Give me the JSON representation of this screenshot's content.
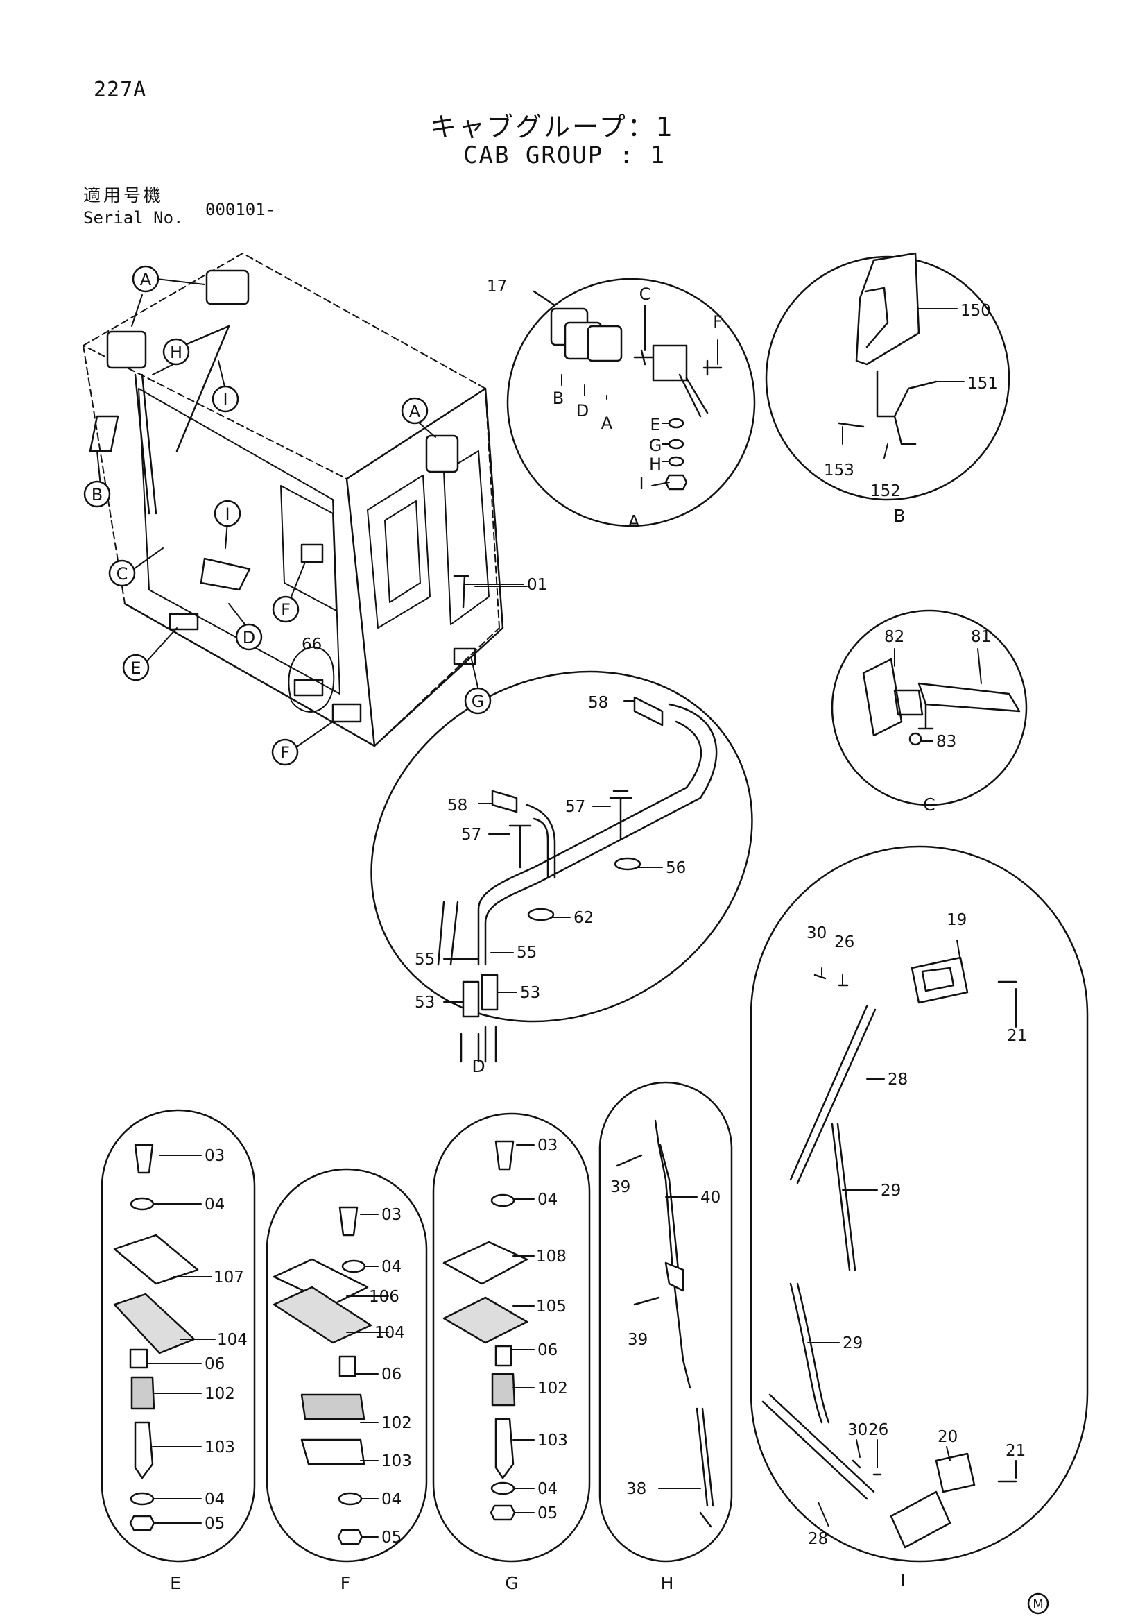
{
  "header": {
    "page_code": "227A",
    "title_jp": "キャブグループ：1",
    "title_en": "CAB GROUP : 1",
    "serial_label_jp": "適用号機",
    "serial_label_en": "Serial No.",
    "serial_value": "000101-"
  },
  "callouts": {
    "A": "A",
    "B": "B",
    "C": "C",
    "D": "D",
    "E": "E",
    "F": "F",
    "G": "G",
    "H": "H",
    "I": "I",
    "M": "M"
  },
  "parts": {
    "p01": "01",
    "p03": "03",
    "p04": "04",
    "p05": "05",
    "p06": "06",
    "p17": "17",
    "p19": "19",
    "p20": "20",
    "p21": "21",
    "p26": "26",
    "p28": "28",
    "p29": "29",
    "p30": "30",
    "p38": "38",
    "p39": "39",
    "p40": "40",
    "p53": "53",
    "p55": "55",
    "p56": "56",
    "p57": "57",
    "p58": "58",
    "p62": "62",
    "p66": "66",
    "p81": "81",
    "p82": "82",
    "p83": "83",
    "p102": "102",
    "p103": "103",
    "p104": "104",
    "p105": "105",
    "p106": "106",
    "p107": "107",
    "p108": "108",
    "p150": "150",
    "p151": "151",
    "p152": "152",
    "p153": "153"
  }
}
